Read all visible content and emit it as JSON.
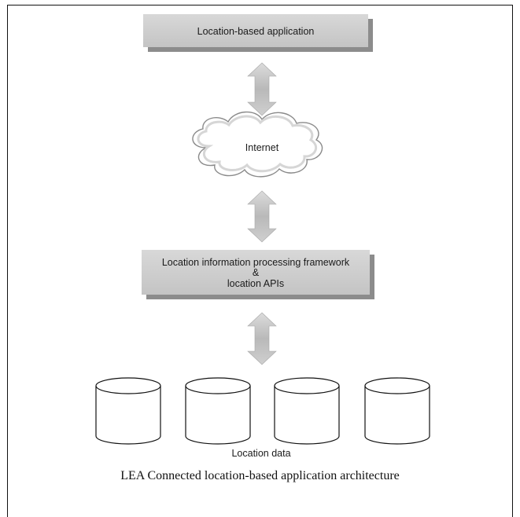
{
  "diagram": {
    "top_box": "Location-based application",
    "cloud": "Internet",
    "framework_box": {
      "line1": "Location information processing framework",
      "line2": "&",
      "line3": "location APIs"
    },
    "datastores": [
      "",
      "",
      "",
      ""
    ],
    "datastore_label": "Location data",
    "caption": "LEA Connected location-based application architecture"
  }
}
